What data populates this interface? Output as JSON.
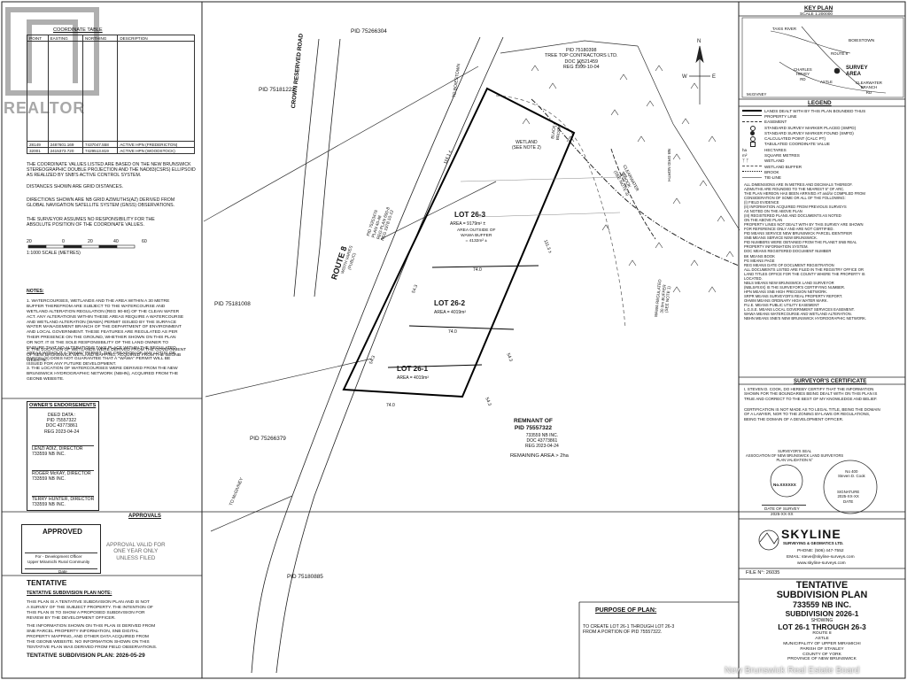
{
  "watermark": {
    "brand": "REALTOR",
    "credit": "New Brunswick Real Estate Board"
  },
  "coordinate_table": {
    "title": "COORDINATE TABLE",
    "headers": [
      "POINT",
      "EASTING",
      "NORTHING",
      "DESCRIPTION"
    ],
    "rows": [
      [
        "28149",
        "2487601.169",
        "7437047.558",
        "ACTIVE HPN (FREDERICTON)"
      ],
      [
        "32001",
        "2415373.720",
        "7429513.819",
        "ACTIVE HPN (WOODSTOCK)"
      ]
    ]
  },
  "grid_notes": [
    "THE COORDINATE VALUES LISTED ARE BASED ON THE NEW BRUNSWICK\nSTEREOGRAPHIC DOUBLE PROJECTION AND THE NAD83(CSRS) ELLIPSOID\nAS REALIZED BY SNB'S ACTIVE CONTROL SYSTEM.",
    "DISTANCES SHOWN ARE GRID DISTANCES.",
    "DIRECTIONS SHOWN ARE NB GRID AZIMUTHS(AZ) DERIVED FROM\nGLOBAL NAVIGATION SATELLITE SYSTEM (GNSS) OBSERVATIONS.",
    "THE SURVEYOR ASSUMES NO RESPONSIBILITY FOR THE\nABSOLUTE POSITION OF THE COORDINATE VALUES."
  ],
  "scale_bar": {
    "ticks": [
      "20",
      "0",
      "20",
      "40",
      "60"
    ],
    "label": "1:1000 SCALE (METRES)"
  },
  "notes": {
    "title": "NOTES:",
    "items": [
      "1.  WATERCOURSES, WETLANDS AND THE AREA WITHIN A 30 METRE\n     BUFFER THEREFROM ARE SUBJECT TO THE WATERCOURSE AND\n     WETLAND ALTERATION REGULATION (REG 90-80) OF THE CLEAN WATER\n     ACT. ANY ALTERATIONS WITHIN THESE AREAS REQUIRE A WATERCOURSE\n     AND WETLAND ALTERATION (WAWA) PERMIT ISSUED BY THE SURFACE\n     WATER MANAGEMENT BRANCH OF THE DEPARTMENT OF ENVIRONMENT\n     AND LOCAL GOVERNMENT. THESE FEATURES ARE REGULATED AS PER\n     THEIR PRESENCE ON THE GROUND, WHETHER SHOWN ON THIS PLAN\n     OR NOT. IT IS THE SOLE RESPONSIBILITY OF THE LAND OWNER TO\n     ENSURE THAT NO ALTERATIONS TAKE PLACE WITHIN THE REGULATED\n     AREAS WITHOUT A \"WAWA\" PERMIT. THE CREATION OF ANY LOT(S) OR\n     PARCEL(S) DOES NOT GUARANTEE THAT A \"WAWA\" PERMIT WILL BE\n     ISSUED FOR ANY FUTURE DEVELOPMENT.",
      "2.  THE LOCATION OF WETLANDS WERE DERIVED FROM THE GOVERNMENT\n     OF NEW BRUNSWICK WETLAND MAPPING, ACQUIRED FROM THE GEONB\n     WEBSITE.",
      "3.  THE LOCATION OF WATERCOURSES WERE DERIVED FROM THE NEW\n     BRUNSWICK HYDROGRAPHIC NETWORK (NBHN), ACQUIRED FROM THE\n     GEONB WEBSITE."
    ]
  },
  "owners": {
    "title": "OWNER'S ENDORSEMENTS",
    "deed": "DEED DATA :\nPID 75557322\nDOC 43773861\nREG 2023-04-24",
    "signers": [
      "LENZI ADIZ, DIRECTOR\n733559 NB INC.",
      "ROGER McKAY, DIRECTOR\n733559 NB INC.",
      "TERRY HUNTER, DIRECTOR\n733559 NB INC."
    ]
  },
  "approvals": {
    "title": "APPROVALS",
    "stamp": "APPROVED",
    "officer": "For - Development Officer\nUpper Miramichi Rural Community",
    "date_label": "Date",
    "validity": "APPROVAL VALID FOR\nONE YEAR ONLY\nUNLESS FILED"
  },
  "tentative": {
    "title": "TENTATIVE",
    "note_title": "TENTATIVE SUBDIVISION PLAN NOTE:",
    "para1": "THIS PLAN IS A TENTATIVE SUBDIVISION PLAN AND IS NOT\nA SURVEY OF THE SUBJECT PROPERTY. THE INTENTION OF\nTHIS PLAN IS TO SHOW A PROPOSED SUBDIVISION FOR\nREVIEW BY THE DEVELOPMENT OFFICER.",
    "para2": "THE INFORMATION SHOWN ON THIS PLAN IS DERIVED FROM\nSNB PARCEL PROPERTY INFORMATION, SNB DIGITAL\nPROPERTY MAPPING, AND OTHER DATA ACQUIRED FROM\nTHE GEONB WEBSITE. NO INFORMATION SHOWN ON THIS\nTENTATIVE PLAN WAS DERIVED FROM FIELD OBSERVATIONS.",
    "date_line": "TENTATIVE SUBDIVISION PLAN: 2026-05-29"
  },
  "purpose": {
    "title": "PURPOSE OF PLAN:",
    "text": "TO CREATE LOT 26-1 THROUGH LOT 26-3\nFROM A PORTION OF PID 75557322."
  },
  "map_labels": {
    "pid_75266304": "PID 75266304",
    "pid_75181222": "PID 75181222",
    "pid_75181008": "PID 75181008",
    "pid_75266379": "PID 75266379",
    "pid_75180885": "PID 75180885",
    "crown_road": "CROWN RESERVED ROAD",
    "to_boiestown": "TO BOIESTOWN",
    "to_mcgivney": "TO McGIVNEY",
    "north_pid": "PID 75180398\nTREE TOP CONTRACTORS LTD.\nDOC 10521459\nREG 1999-10-04",
    "wetland": "WETLAND\n(SEE NOTE 2)",
    "brook": "BLACK\nBROOK",
    "clearwater": "CLEARWATER\nBROOK\n(SEE NOTE 3)",
    "route": "ROUTE 8",
    "route_sub": "WIDTH VARIES\n(PUBLIC)",
    "route_pid": "PID 75253476\nPLAN 40-48\nREG PLAN 600-8\nREG 1978-10-12",
    "wawa_buffer": "WAWA REGULATED\n30.0m BUFFER\n(SEE NOTE 1)",
    "grid_north": "NB GRID NORTH",
    "remnant": "REMNANT OF\nPID 75557322",
    "remnant_sub": "733559 NB INC.\nDOC 43773861\nREG 2023-04-24",
    "remaining": "REMAINING AREA > 2ha"
  },
  "lots": [
    {
      "name": "LOT 26-3",
      "area": "AREA = 9179m² ±",
      "extra": "AREA OUTSIDE OF\nWAWA BUFFER\n= 4132m² ±"
    },
    {
      "name": "LOT 26-2",
      "area": "AREA = 4019m²",
      "extra": ""
    },
    {
      "name": "LOT 26-1",
      "area": "AREA = 4019m²",
      "extra": ""
    }
  ],
  "dims": {
    "top": "116.1 ±",
    "east": "111.3 ±",
    "l3_bottom": "74.0",
    "l2_bottom": "74.0",
    "l1_bottom": "74.0",
    "w1": "54.3",
    "w2": "54.3",
    "w3": "54.3",
    "w4": "54.3"
  },
  "north": {
    "n": "N",
    "e": "E",
    "w": "W"
  },
  "key_plan": {
    "title": "KEY PLAN",
    "scale": "SCALE 1:200000",
    "boiestown": "BOIESTOWN",
    "taxis": "TAXIS RIVER",
    "route8": "ROUTE 8",
    "charles": "CHARLES\nHOVEY\nRD",
    "survey": "SURVEY\nAREA",
    "astle": "ASTLE",
    "clearwater": "CLEARWATER\nBRANCH\nRD",
    "mcgivney": "McGIVNEY"
  },
  "legend": {
    "title": "LEGEND",
    "items": [
      "LANDS DEALT WITH BY THIS PLAN BOUNDED THUS",
      "PROPERTY LINE",
      "EASEMENT",
      "STANDARD SURVEY MARKER PLACED (SMPD)",
      "STANDARD SURVEY MARKER FOUND (SMFD)",
      "CALCULATED POINT (CALC PT)",
      "TABULATED COORDINATE VALUE",
      "HECTARES",
      "SQUARE METRES",
      "WETLAND",
      "WETLAND BUFFER",
      "BROOK",
      "TIE-LINE"
    ],
    "symbols": [
      "",
      "",
      "",
      "",
      "",
      "",
      "",
      "ha",
      "m²",
      "",
      "",
      "",
      ""
    ],
    "notes": [
      "ALL DIMENSIONS ARE IN METRES AND DECIMALS THEREOF.",
      "AZIMUTHS ARE ROUNDED TO THE NEAREST 5\" OF ARC.",
      "THE PLAN HEREON HAS BEEN ARRIVED AT and/or COMPILED FROM\nCONSIDERATION OF SOME OR ALL OF THE FOLLOWING:",
      "(I)     FIELD EVIDENCE",
      "(II)    INFORMATION ACQUIRED FROM PREVIOUS SURVEYS\n         AS NOTED ON THE ABOVE PLAN",
      "(III)   REGISTERED PLANS AND DOCUMENTS AS NOTED\n         ON THE ABOVE PLAN",
      "PROPERTY LINES NOT DEALT WITH BY THIS SURVEY ARE SHOWN\nFOR REFERENCE ONLY AND ARE NOT CERTIFIED.",
      "PID MEANS SERVICE NEW BRUNSWICK PARCEL IDENTIFIER",
      "SNB MEANS SERVICE NEW BRUNSWICK.",
      "PID NUMBERS WERE OBTAINED FROM THE PLANET SNB REAL\nPROPERTY INFORMATION SYSTEM.",
      "DOC MEANS REGISTERED DOCUMENT NUMBER",
      "BK MEANS BOOK",
      "PG MEANS PAGE",
      "REG MEANS DATE OF DOCUMENT REGISTRATION",
      "ALL DOCUMENTS LISTED ARE FILED IN THE REGISTRY OFFICE OR\nLAND TITLES OFFICE FOR THE COUNTY WHERE THE PROPERTY IS\nLOCATED.",
      "NBLS MEANS NEW BRUNSWICK LAND SURVEYOR",
      "(NBLS#XXX) IS THE SURVEYOR'S CERTIFYING NUMBER.",
      "HPN MEANS SNB HIGH PRECISION NETWORK.",
      "SRPR MEANS SURVEYOR'S REAL PROPERTY REPORT.",
      "OHWM MEANS ORDINARY HIGH WATER MARK.",
      "P.U.E. MEANS PUBLIC UTILITY EASEMENT",
      "L.G.S.E. MEANS LOCAL GOVERNMENT SERVICES EASEMENT.",
      "WAWA MEANS WATERCOURSE AND WETLAND ALTERATION.",
      "NBHN MEANS SNB'S NEW BRUNSWICK HYDROGRAPHIC NETWORK."
    ]
  },
  "certificate": {
    "title": "SURVEYOR'S CERTIFICATE",
    "text": "I, STEVEN D. COOK, DO HEREBY CERTIFY THAT THE INFORMATION\nSHOWN FOR THE BOUNDARIES BEING DEALT WITH ON THIS PLAN IS\nTRUE AND CORRECT TO THE BEST OF MY KNOWLEDGE AND BELIEF.",
    "text2": "CERTIFICATION IS NOT MADE AS TO LEGAL TITLE, BEING THE DOMAIN\nOF A LAWYER, NOR TO THE ZONING BY-LAWS OR REGULATIONS,\nBEING THE DOMAIN OF A DEVELOPMENT OFFICER.",
    "seal_label": "SURVEYOR'S SEAL\nASSOCIATION OF NEW BRUNSWICK LAND SURVEYORS\nPLAN VALIDATION N°",
    "seal_no": "No.XXXXXX",
    "stamp_no": "No 400\nSteven D. Cook",
    "stamp_sig": "SIGNATURE\n2025-XX-XX\nDATE",
    "date_survey": "DATE OF SURVEY\n2025-XX-XX"
  },
  "company": {
    "name": "SKYLINE",
    "sub": "SURVEYING & GEOMATICS LTD.",
    "phone": "PHONE: (506) 447-7552",
    "email": "EMAIL: steve@skyline-surveys.com",
    "web": "www.skyline-surveys.com",
    "file": "FILE N°: 26035"
  },
  "title_block": {
    "l1": "TENTATIVE",
    "l2": "SUBDIVISION PLAN",
    "l3": "733559 NB INC.",
    "l4": "SUBDIVISION 2026-1",
    "l5": "SHOWING",
    "l6": "LOT 26-1 THROUGH 26-3",
    "l7": "ROUTE 8\nASTLE\nMUNICIPALITY OF UPPER MIRAMICHI\nPARISH OF STANLEY\nCOUNTY OF YORK\nPROVINCE OF NEW BRUNSWICK"
  }
}
